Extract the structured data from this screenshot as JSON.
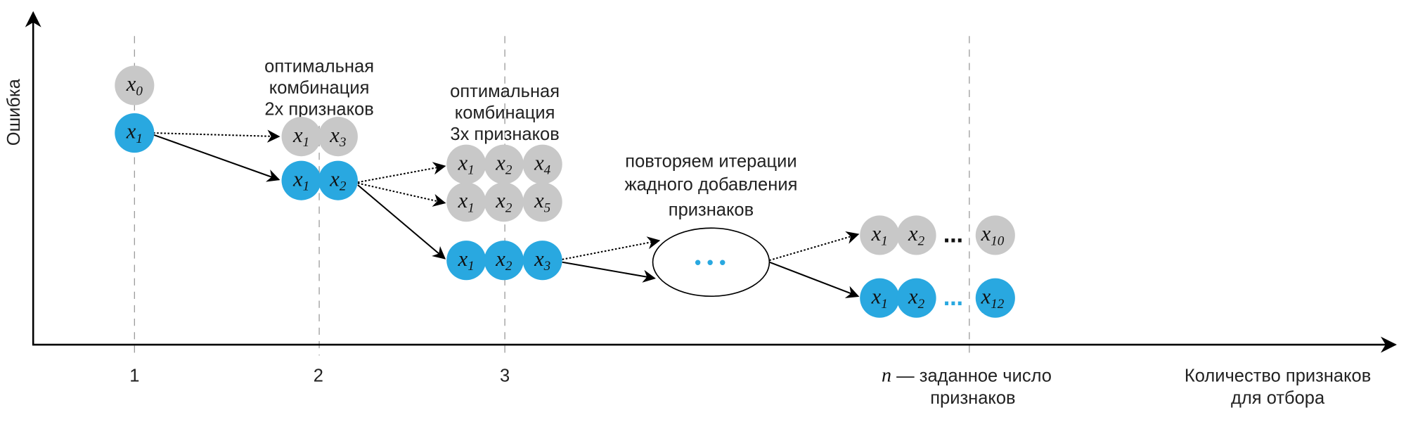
{
  "axes": {
    "y_label": "Ошибка",
    "x_label_line1": "Количество признаков",
    "x_label_line2": "для отбора",
    "ticks": [
      "1",
      "2",
      "3"
    ],
    "n_symbol": "n",
    "n_label_line1": " — заданное число",
    "n_label_line2": "признаков"
  },
  "annotations": {
    "step2": [
      "оптимальная",
      "комбинация",
      "2х признаков"
    ],
    "step3": [
      "оптимальная",
      "комбинация",
      "3х признаков"
    ],
    "repeat": [
      "повторяем итерации",
      "жадного добавления",
      "признаков"
    ],
    "ellipsis_gray": "…",
    "ellipsis_dots": "•••"
  },
  "colors": {
    "selected": "#29a8e0",
    "candidate": "#c8c8c8"
  },
  "nodes": [
    {
      "var": "x",
      "sub": "0",
      "state": "candidate"
    },
    {
      "var": "x",
      "sub": "1",
      "state": "selected"
    },
    {
      "var": "x",
      "sub": "1",
      "state": "candidate"
    },
    {
      "var": "x",
      "sub": "3",
      "state": "candidate"
    },
    {
      "var": "x",
      "sub": "1",
      "state": "selected"
    },
    {
      "var": "x",
      "sub": "2",
      "state": "selected"
    },
    {
      "var": "x",
      "sub": "1",
      "state": "candidate"
    },
    {
      "var": "x",
      "sub": "2",
      "state": "candidate"
    },
    {
      "var": "x",
      "sub": "4",
      "state": "candidate"
    },
    {
      "var": "x",
      "sub": "1",
      "state": "candidate"
    },
    {
      "var": "x",
      "sub": "2",
      "state": "candidate"
    },
    {
      "var": "x",
      "sub": "5",
      "state": "candidate"
    },
    {
      "var": "x",
      "sub": "1",
      "state": "selected"
    },
    {
      "var": "x",
      "sub": "2",
      "state": "selected"
    },
    {
      "var": "x",
      "sub": "3",
      "state": "selected"
    },
    {
      "var": "x",
      "sub": "1",
      "state": "candidate"
    },
    {
      "var": "x",
      "sub": "2",
      "state": "candidate"
    },
    {
      "var": "x",
      "sub": "10",
      "state": "candidate"
    },
    {
      "var": "x",
      "sub": "1",
      "state": "selected"
    },
    {
      "var": "x",
      "sub": "2",
      "state": "selected"
    },
    {
      "var": "x",
      "sub": "12",
      "state": "selected"
    }
  ]
}
